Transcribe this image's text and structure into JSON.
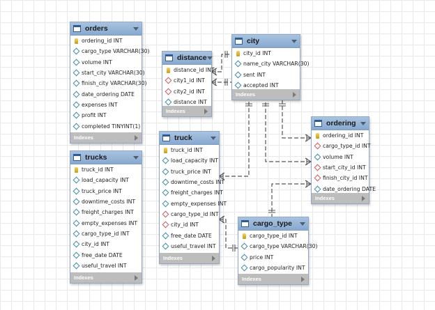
{
  "indexes_label": "Indexes",
  "tables": {
    "orders": {
      "name": "orders",
      "columns": [
        {
          "text": "ordering_id INT",
          "icon": "key"
        },
        {
          "text": "cargo_type VARCHAR(30)",
          "icon": "diamond"
        },
        {
          "text": "volume INT",
          "icon": "diamond"
        },
        {
          "text": "start_city VARCHAR(30)",
          "icon": "diamond"
        },
        {
          "text": "finish_city VARCHAR(30)",
          "icon": "diamond"
        },
        {
          "text": "date_ordering DATE",
          "icon": "diamond"
        },
        {
          "text": "expenses INT",
          "icon": "diamond"
        },
        {
          "text": "profit INT",
          "icon": "diamond"
        },
        {
          "text": "completed TINYINT(1)",
          "icon": "diamond"
        }
      ]
    },
    "trucks": {
      "name": "trucks",
      "columns": [
        {
          "text": "truck_id INT",
          "icon": "key"
        },
        {
          "text": "load_capacity INT",
          "icon": "diamond"
        },
        {
          "text": "truck_price INT",
          "icon": "diamond"
        },
        {
          "text": "downtime_costs INT",
          "icon": "diamond"
        },
        {
          "text": "freight_charges INT",
          "icon": "diamond"
        },
        {
          "text": "empty_expenses INT",
          "icon": "diamond"
        },
        {
          "text": "cargo_type_id INT",
          "icon": "diamond"
        },
        {
          "text": "city_id INT",
          "icon": "diamond"
        },
        {
          "text": "free_date DATE",
          "icon": "diamond"
        },
        {
          "text": "useful_travel INT",
          "icon": "diamond"
        }
      ]
    },
    "distance": {
      "name": "distance",
      "columns": [
        {
          "text": "distance_id INT",
          "icon": "key"
        },
        {
          "text": "city1_id INT",
          "icon": "fk"
        },
        {
          "text": "city2_id INT",
          "icon": "fk"
        },
        {
          "text": "distance INT",
          "icon": "diamond"
        }
      ]
    },
    "truck": {
      "name": "truck",
      "columns": [
        {
          "text": "truck_id INT",
          "icon": "key"
        },
        {
          "text": "load_capacity INT",
          "icon": "diamond"
        },
        {
          "text": "truck_price INT",
          "icon": "diamond"
        },
        {
          "text": "downtime_costs INT",
          "icon": "diamond"
        },
        {
          "text": "freight_charges INT",
          "icon": "diamond"
        },
        {
          "text": "empty_expenses INT",
          "icon": "diamond"
        },
        {
          "text": "cargo_type_id INT",
          "icon": "fk"
        },
        {
          "text": "city_id INT",
          "icon": "fk"
        },
        {
          "text": "free_date DATE",
          "icon": "diamond"
        },
        {
          "text": "useful_travel INT",
          "icon": "diamond"
        }
      ]
    },
    "city": {
      "name": "city",
      "columns": [
        {
          "text": "city_id INT",
          "icon": "key"
        },
        {
          "text": "name_city VARCHAR(30)",
          "icon": "diamond"
        },
        {
          "text": "sent INT",
          "icon": "diamond"
        },
        {
          "text": "accepted INT",
          "icon": "diamond"
        }
      ]
    },
    "ordering": {
      "name": "ordering",
      "columns": [
        {
          "text": "ordering_id INT",
          "icon": "key"
        },
        {
          "text": "cargo_type_id INT",
          "icon": "fk"
        },
        {
          "text": "volume INT",
          "icon": "diamond"
        },
        {
          "text": "start_city_id INT",
          "icon": "fk"
        },
        {
          "text": "finish_city_id INT",
          "icon": "fk"
        },
        {
          "text": "date_ordering DATE",
          "icon": "diamond"
        }
      ]
    },
    "cargo_type": {
      "name": "cargo_type",
      "columns": [
        {
          "text": "cargo_type_id INT",
          "icon": "key"
        },
        {
          "text": "cargo_type VARCHAR(30)",
          "icon": "diamond"
        },
        {
          "text": "price INT",
          "icon": "diamond"
        },
        {
          "text": "cargo_popularity INT",
          "icon": "diamond"
        }
      ]
    }
  }
}
